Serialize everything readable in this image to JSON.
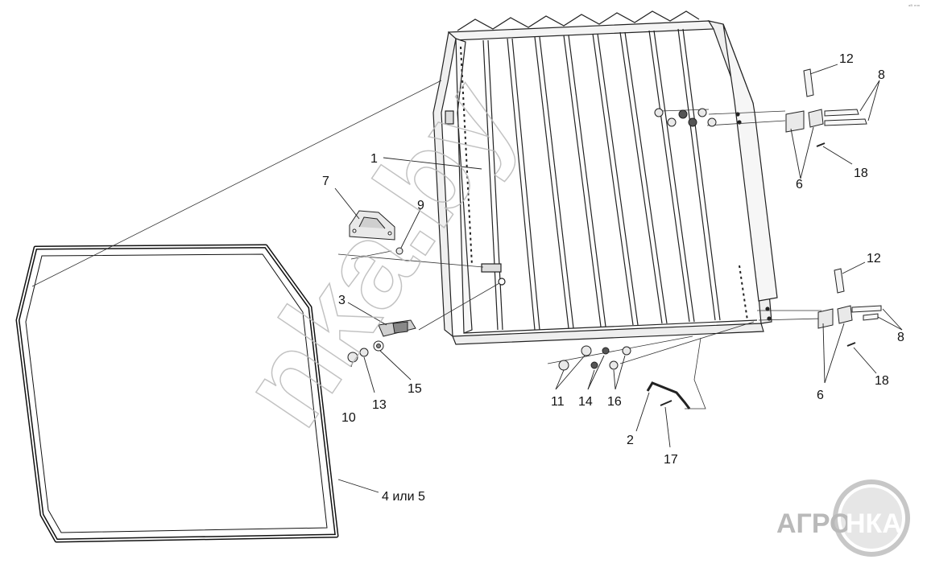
{
  "corner_mark": "ᵃᴮ ᵐᵐ",
  "watermark": {
    "text": "nka.by",
    "color": "#b8b8b8"
  },
  "logo": {
    "left": "АГРО",
    "right": "НКА",
    "color": "#b9b9b9"
  },
  "callouts": [
    {
      "id": "c1",
      "label": "1"
    },
    {
      "id": "c2",
      "label": "2"
    },
    {
      "id": "c3",
      "label": "3"
    },
    {
      "id": "c45",
      "label": "4 или 5"
    },
    {
      "id": "c6a",
      "label": "6"
    },
    {
      "id": "c6b",
      "label": "6"
    },
    {
      "id": "c7",
      "label": "7"
    },
    {
      "id": "c8a",
      "label": "8"
    },
    {
      "id": "c8b",
      "label": "8"
    },
    {
      "id": "c9",
      "label": "9"
    },
    {
      "id": "c10",
      "label": "10"
    },
    {
      "id": "c11",
      "label": "11"
    },
    {
      "id": "c12a",
      "label": "12"
    },
    {
      "id": "c12b",
      "label": "12"
    },
    {
      "id": "c13",
      "label": "13"
    },
    {
      "id": "c14",
      "label": "14"
    },
    {
      "id": "c15",
      "label": "15"
    },
    {
      "id": "c16",
      "label": "16"
    },
    {
      "id": "c17",
      "label": "17"
    },
    {
      "id": "c18a",
      "label": "18"
    },
    {
      "id": "c18b",
      "label": "18"
    }
  ]
}
